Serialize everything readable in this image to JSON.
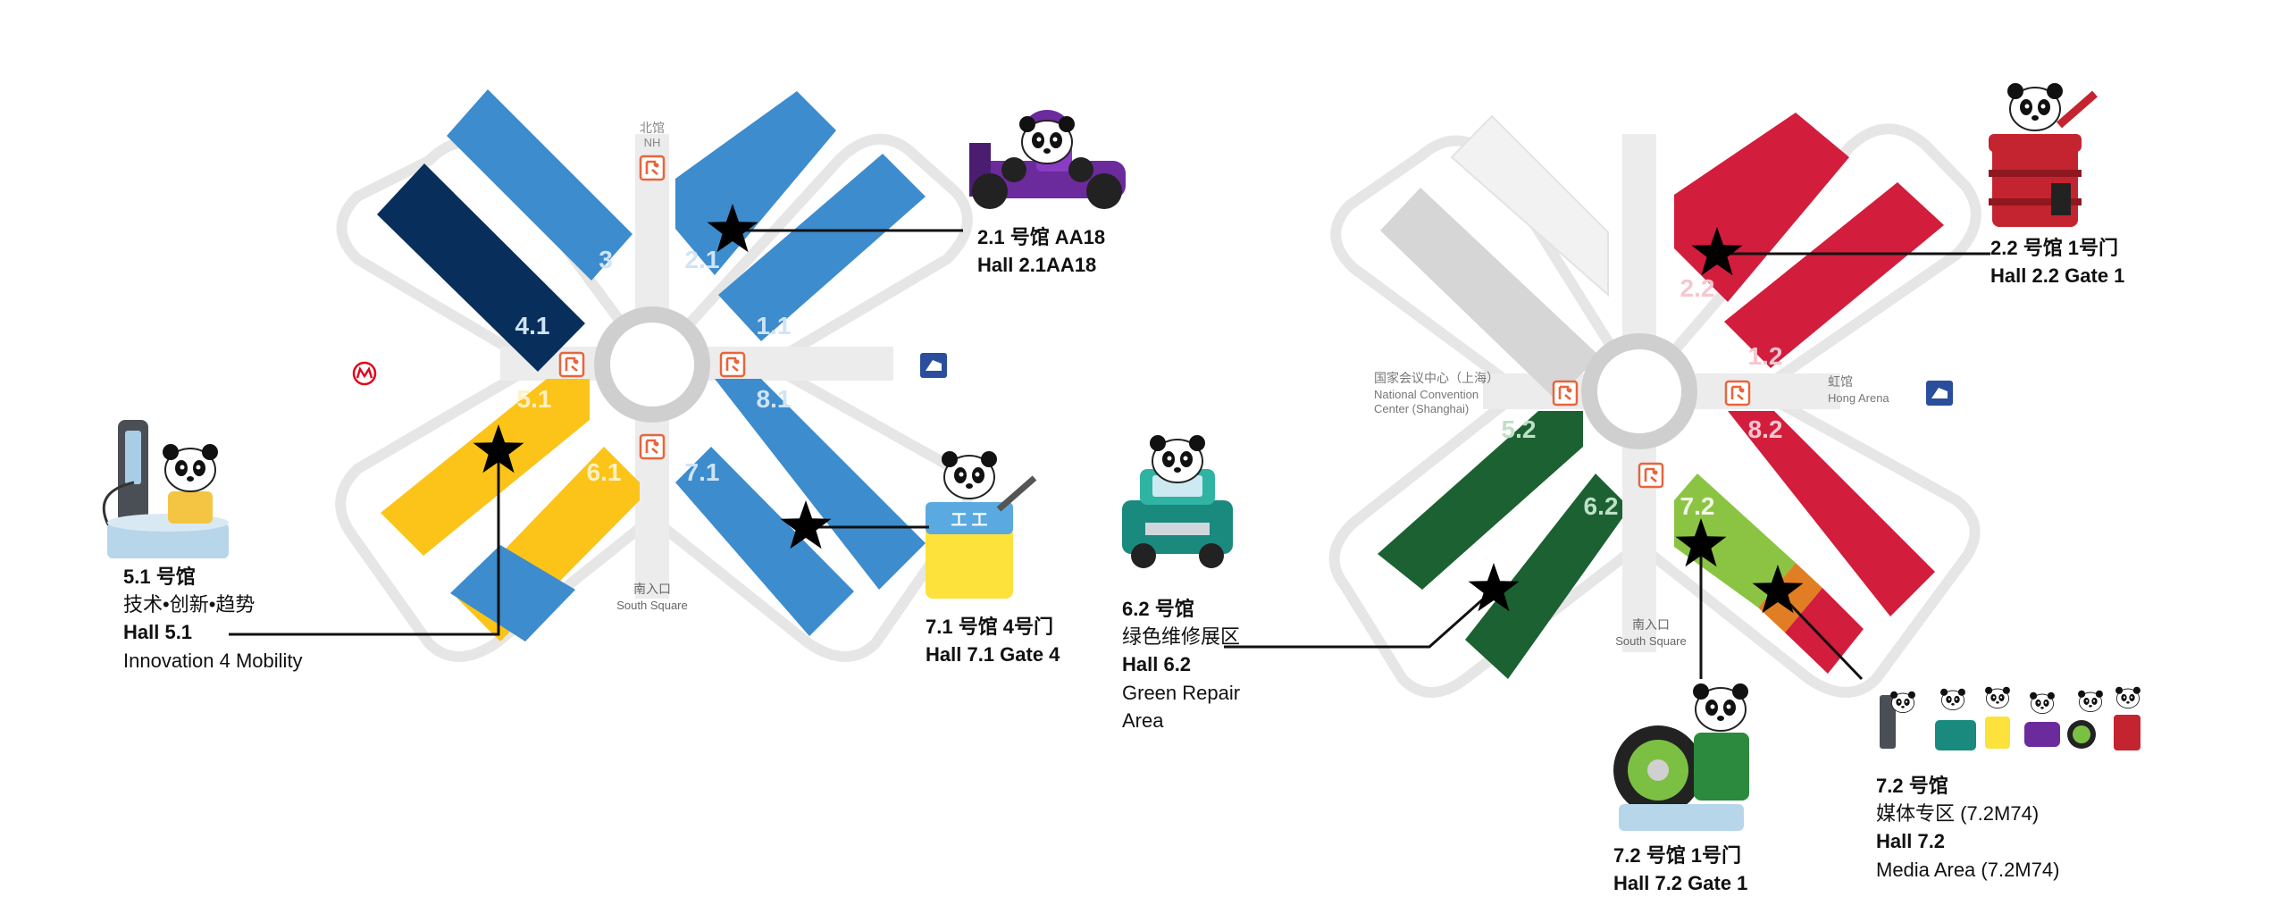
{
  "colors": {
    "blue": "#3d8ccd",
    "navy": "#082e5c",
    "yellow": "#fcc319",
    "red": "#d21d3c",
    "green": "#1c6131",
    "lightgreen": "#8bc443",
    "orange": "#e17e23",
    "grey": "#d6d6d6",
    "outline": "#e6e6e6",
    "metro": "#e3001b",
    "exit": "#e8643c"
  },
  "icons": {
    "entrance": "entrance-icon",
    "metro": "metro-icon",
    "taxi": "taxi-icon",
    "booth": "star-icon"
  },
  "maps": {
    "left": {
      "halls": [
        "3",
        "2.1",
        "4.1",
        "1.1",
        "5.1",
        "8.1",
        "6.1",
        "7.1"
      ],
      "north_cn": "北馆",
      "north_en": "NH",
      "south_cn": "南入口",
      "south_en": "South Square"
    },
    "right": {
      "halls": [
        "2.2",
        "1.2",
        "5.2",
        "8.2",
        "6.2",
        "7.2"
      ],
      "west_cn": "国家会议中心（上海）",
      "west_en1": "National Convention",
      "west_en2": "Center (Shanghai)",
      "east_cn": "虹馆",
      "east_en": "Hong Arena",
      "south_cn": "南入口",
      "south_en": "South Square"
    }
  },
  "labels": {
    "hall51": {
      "line1": "5.1 号馆",
      "line2": "技术•创新•趋势",
      "line3": "Hall 5.1",
      "line4": "Innovation 4 Mobility"
    },
    "hall21": {
      "line1": "2.1 号馆 AA18",
      "line2": "Hall 2.1AA18"
    },
    "hall71": {
      "line1": "7.1 号馆 4号门",
      "line2": "Hall 7.1 Gate 4"
    },
    "hall62": {
      "line1": "6.2 号馆",
      "line2": "绿色维修展区",
      "line3": "Hall 6.2",
      "line4": "Green Repair",
      "line5": "Area"
    },
    "hall22": {
      "line1": "2.2 号馆 1号门",
      "line2": "Hall 2.2 Gate 1"
    },
    "hall72gate": {
      "line1": "7.2 号馆 1号门",
      "line2": "Hall 7.2 Gate 1"
    },
    "hall72media": {
      "line1": "7.2 号馆",
      "line2": "媒体专区 (7.2M74)",
      "line3": "Hall 7.2",
      "line4": "Media Area (7.2M74)"
    }
  }
}
